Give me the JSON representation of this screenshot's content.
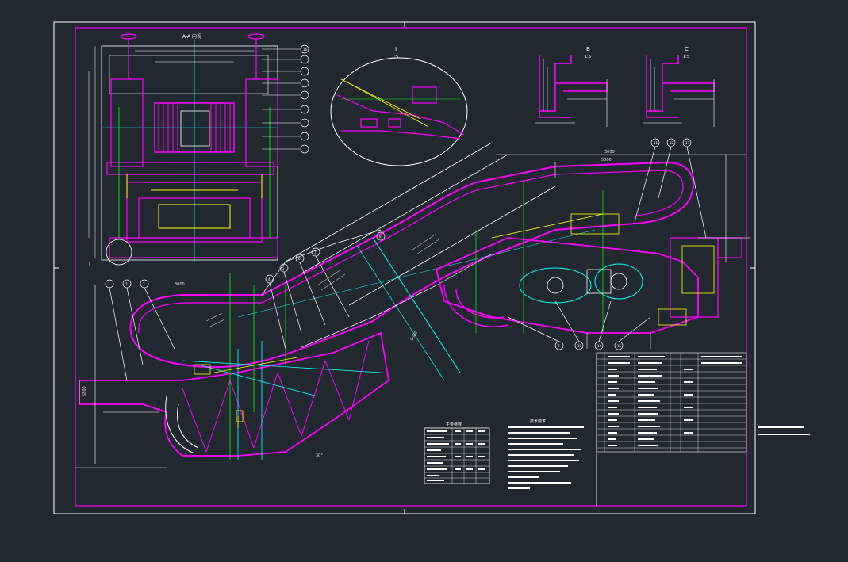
{
  "colors": {
    "background": "#212830",
    "border": "#ffffff",
    "frame": "#ff00ff",
    "linework": "#ffffff",
    "structure": "#ff00ff",
    "centerline": "#00ffff",
    "leader": "#00ff00",
    "detail": "#ffff00",
    "dimension": "#e0e0e0"
  },
  "views": {
    "top_view_title": "A-A 向视",
    "detail_circle_label": "I",
    "detail_circle_scale": "1:5",
    "section_1": {
      "label": "B",
      "scale": "1:5"
    },
    "section_2": {
      "label": "C",
      "scale": "1:5"
    },
    "detail_marker": "I"
  },
  "part_balloons": [
    "11",
    "12",
    "13",
    "1",
    "2",
    "3",
    "4",
    "5",
    "6",
    "7",
    "8",
    "9",
    "10",
    "14",
    "15",
    "16"
  ],
  "dimensions": {
    "overall_top": "3000",
    "upper_span": "5000",
    "lower_span": "3000",
    "incline_length": "8000",
    "angle": "30°",
    "height": "5800"
  },
  "notes": {
    "param_table_title": "主要参数",
    "tech_req_title": "技术要求"
  },
  "icons": {
    "drawing_frame": "cad-frame-icon",
    "escalator": "escalator-drawing-icon"
  }
}
